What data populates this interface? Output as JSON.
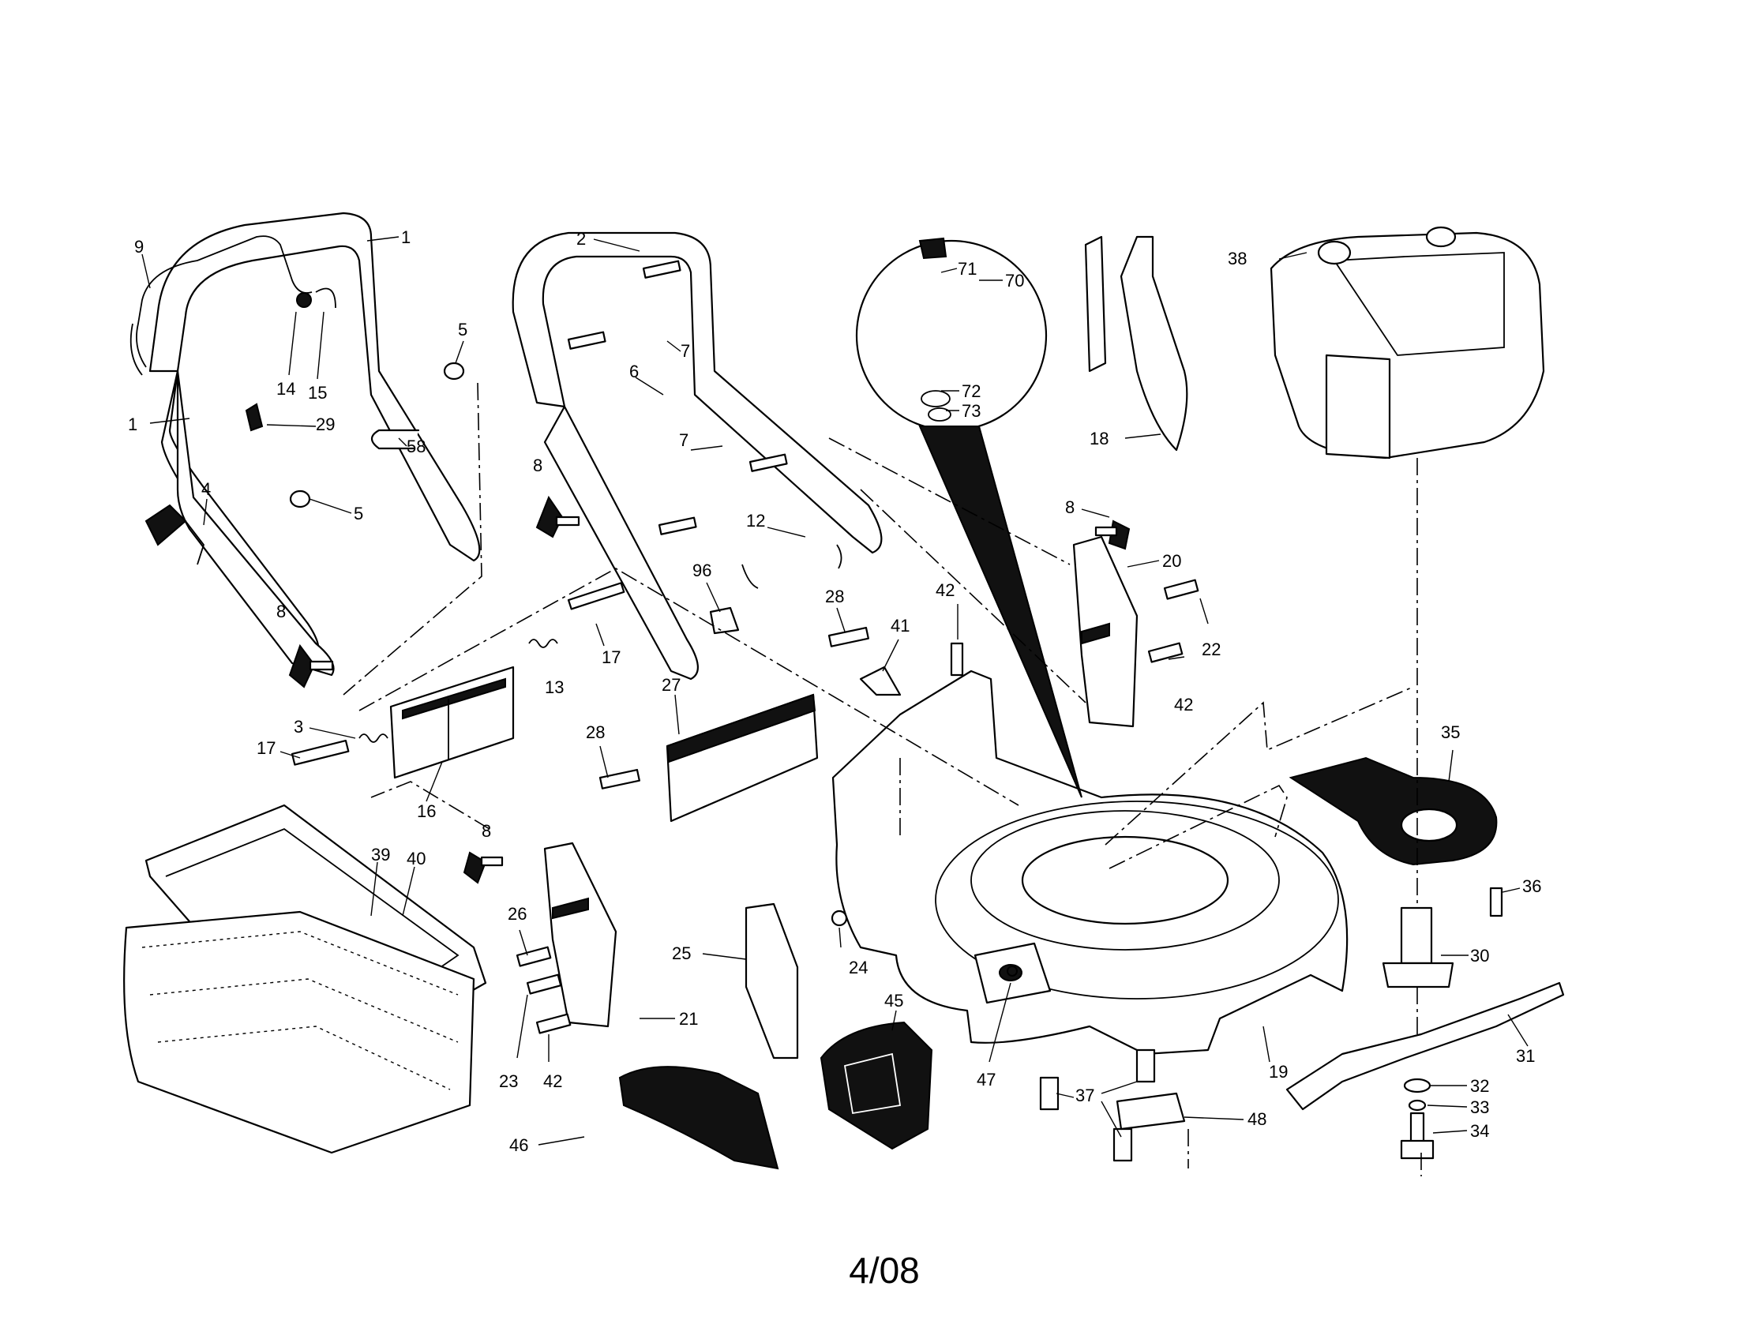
{
  "page": {
    "date_code": "4/08"
  },
  "callouts": [
    {
      "id": "c1a",
      "text": "1"
    },
    {
      "id": "c1b",
      "text": "1"
    },
    {
      "id": "c2",
      "text": "2"
    },
    {
      "id": "c3",
      "text": "3"
    },
    {
      "id": "c4",
      "text": "4"
    },
    {
      "id": "c5a",
      "text": "5"
    },
    {
      "id": "c5b",
      "text": "5"
    },
    {
      "id": "c6",
      "text": "6"
    },
    {
      "id": "c7a",
      "text": "7"
    },
    {
      "id": "c7b",
      "text": "7"
    },
    {
      "id": "c8a",
      "text": "8"
    },
    {
      "id": "c8b",
      "text": "8"
    },
    {
      "id": "c8c",
      "text": "8"
    },
    {
      "id": "c8d",
      "text": "8"
    },
    {
      "id": "c9",
      "text": "9"
    },
    {
      "id": "c12",
      "text": "12"
    },
    {
      "id": "c13",
      "text": "13"
    },
    {
      "id": "c14",
      "text": "14"
    },
    {
      "id": "c15",
      "text": "15"
    },
    {
      "id": "c16",
      "text": "16"
    },
    {
      "id": "c17a",
      "text": "17"
    },
    {
      "id": "c17b",
      "text": "17"
    },
    {
      "id": "c18",
      "text": "18"
    },
    {
      "id": "c19",
      "text": "19"
    },
    {
      "id": "c20",
      "text": "20"
    },
    {
      "id": "c21",
      "text": "21"
    },
    {
      "id": "c22",
      "text": "22"
    },
    {
      "id": "c23",
      "text": "23"
    },
    {
      "id": "c24",
      "text": "24"
    },
    {
      "id": "c25",
      "text": "25"
    },
    {
      "id": "c26",
      "text": "26"
    },
    {
      "id": "c27",
      "text": "27"
    },
    {
      "id": "c28a",
      "text": "28"
    },
    {
      "id": "c28b",
      "text": "28"
    },
    {
      "id": "c29",
      "text": "29"
    },
    {
      "id": "c30",
      "text": "30"
    },
    {
      "id": "c31",
      "text": "31"
    },
    {
      "id": "c32",
      "text": "32"
    },
    {
      "id": "c33",
      "text": "33"
    },
    {
      "id": "c34",
      "text": "34"
    },
    {
      "id": "c35",
      "text": "35"
    },
    {
      "id": "c36",
      "text": "36"
    },
    {
      "id": "c37",
      "text": "37"
    },
    {
      "id": "c38",
      "text": "38"
    },
    {
      "id": "c39",
      "text": "39"
    },
    {
      "id": "c40",
      "text": "40"
    },
    {
      "id": "c41",
      "text": "41"
    },
    {
      "id": "c42a",
      "text": "42"
    },
    {
      "id": "c42b",
      "text": "42"
    },
    {
      "id": "c42c",
      "text": "42"
    },
    {
      "id": "c45",
      "text": "45"
    },
    {
      "id": "c46",
      "text": "46"
    },
    {
      "id": "c47",
      "text": "47"
    },
    {
      "id": "c48",
      "text": "48"
    },
    {
      "id": "c58",
      "text": "58"
    },
    {
      "id": "c70",
      "text": "70"
    },
    {
      "id": "c71",
      "text": "71"
    },
    {
      "id": "c72",
      "text": "72"
    },
    {
      "id": "c73",
      "text": "73"
    },
    {
      "id": "c96",
      "text": "96"
    }
  ]
}
